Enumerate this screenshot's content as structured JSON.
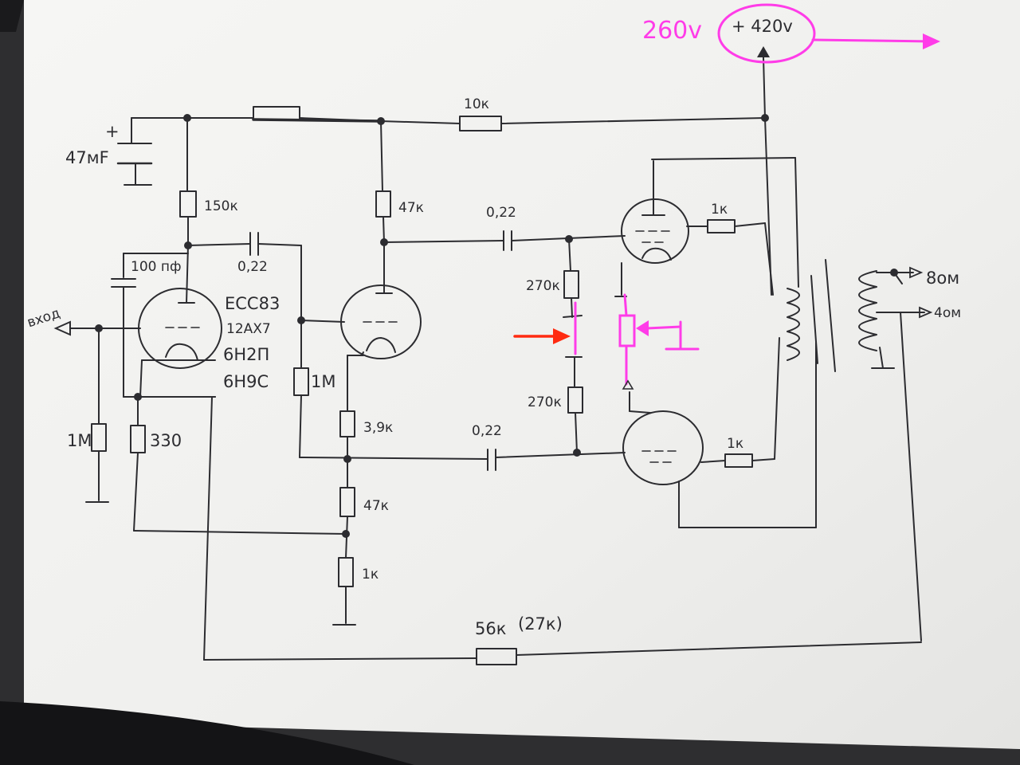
{
  "labels": {
    "voltage_modified": "260v",
    "supply": "+ 420v",
    "cap_47": "47мF",
    "cap_plus": "+",
    "r_10k": "10к",
    "r_150k": "150к",
    "r_47k_plate": "47к",
    "cap_022_top": "0,22",
    "r_1k_top": "1к",
    "r_1k_bottom": "1к",
    "cap_100pf": "100 пф",
    "cap_022_left": "0,22",
    "tube_names": [
      "ECC83",
      "12AX7",
      "6H2П",
      "6H9C"
    ],
    "input": "вход",
    "r_270k_top": "270к",
    "r_270k_bottom": "270к",
    "r_1m_grid": "1M",
    "r_1m_input": "1M",
    "r_330": "330",
    "r_3_9k": "3,9к",
    "cap_022_bottom": "0,22",
    "r_47k_tail": "47к",
    "r_1k_tail": "1к",
    "r_feedback": "56к",
    "r_feedback_alt": "(27к)",
    "out_8": "8ом",
    "out_4": "4ом"
  },
  "colors": {
    "ink": "#2c2c30",
    "paper": "#f2f2f0",
    "annotation_magenta": "#ff3ce8",
    "annotation_red": "#ff2a10"
  }
}
